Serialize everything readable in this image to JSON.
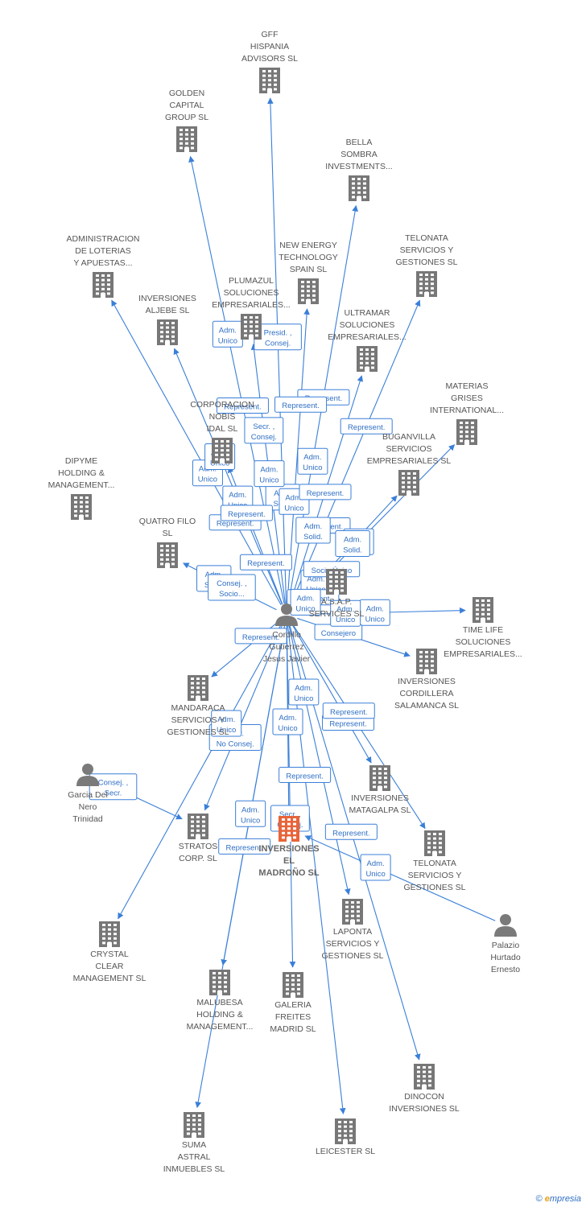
{
  "nodes": [
    {
      "id": "gff",
      "type": "company",
      "lines": [
        "GFF",
        "HISPANIA",
        "ADVISORS SL"
      ]
    },
    {
      "id": "golden",
      "type": "company",
      "lines": [
        "GOLDEN",
        "CAPITAL",
        "GROUP SL"
      ]
    },
    {
      "id": "bella",
      "type": "company",
      "lines": [
        "BELLA",
        "SOMBRA",
        "INVESTMENTS..."
      ]
    },
    {
      "id": "admin_loterias",
      "type": "company",
      "lines": [
        "ADMINISTRACION",
        "DE LOTERIAS",
        "Y APUESTAS..."
      ]
    },
    {
      "id": "newenergy",
      "type": "company",
      "lines": [
        "NEW ENERGY",
        "TECHNOLOGY",
        "SPAIN SL"
      ]
    },
    {
      "id": "telonata1",
      "type": "company",
      "lines": [
        "TELONATA",
        "SERVICIOS Y",
        "GESTIONES SL"
      ]
    },
    {
      "id": "plumazul",
      "type": "company",
      "lines": [
        "PLUMAZUL",
        "SOLUCIONES",
        "EMPRESARIALES..."
      ]
    },
    {
      "id": "aljebe",
      "type": "company",
      "lines": [
        "INVERSIONES",
        "ALJEBE SL"
      ]
    },
    {
      "id": "ultramar",
      "type": "company",
      "lines": [
        "ULTRAMAR",
        "SOLUCIONES",
        "EMPRESARIALES..."
      ]
    },
    {
      "id": "materias",
      "type": "company",
      "lines": [
        "MATERIAS",
        "GRISES",
        "INTERNATIONAL..."
      ]
    },
    {
      "id": "corporacion",
      "type": "company",
      "lines": [
        "CORPORACION",
        "NOBIS",
        "IDAL SL"
      ]
    },
    {
      "id": "buganvilla",
      "type": "company",
      "lines": [
        "BUGANVILLA",
        "SERVICIOS",
        "EMPRESARIALES SL"
      ]
    },
    {
      "id": "dipyme",
      "type": "company",
      "lines": [
        "DIPYME",
        "HOLDING &",
        "MANAGEMENT..."
      ]
    },
    {
      "id": "quatro",
      "type": "company",
      "lines": [
        "QUATRO FILO",
        "SL"
      ]
    },
    {
      "id": "asap",
      "type": "company",
      "lines": [
        "A.S.A.P.",
        "SERVICES SL"
      ]
    },
    {
      "id": "timelife",
      "type": "company",
      "lines": [
        "TIME LIFE",
        "SOLUCIONES",
        "EMPRESARIALES..."
      ]
    },
    {
      "id": "cordillera",
      "type": "company",
      "lines": [
        "INVERSIONES",
        "CORDILLERA",
        "SALAMANCA SL"
      ]
    },
    {
      "id": "mandaraca",
      "type": "company",
      "lines": [
        "MANDARACA",
        "SERVICIOS Y",
        "GESTIONES SL"
      ]
    },
    {
      "id": "matagalpa",
      "type": "company",
      "lines": [
        "INVERSIONES",
        "MATAGALPA SL"
      ]
    },
    {
      "id": "stratos",
      "type": "company",
      "lines": [
        "STRATOS",
        "CORP.  SL"
      ]
    },
    {
      "id": "madrono",
      "type": "main",
      "lines": [
        "INVERSIONES",
        "EL",
        "MADROÑO SL"
      ]
    },
    {
      "id": "telonata2",
      "type": "company",
      "lines": [
        "TELONATA",
        "SERVICIOS Y",
        "GESTIONES SL"
      ]
    },
    {
      "id": "crystal",
      "type": "company",
      "lines": [
        "CRYSTAL",
        "CLEAR",
        "MANAGEMENT SL"
      ]
    },
    {
      "id": "laponta",
      "type": "company",
      "lines": [
        "LAPONTA",
        "SERVICIOS Y",
        "GESTIONES SL"
      ]
    },
    {
      "id": "malubesa",
      "type": "company",
      "lines": [
        "MALUBESA",
        "HOLDING &",
        "MANAGEMENT..."
      ]
    },
    {
      "id": "galeria",
      "type": "company",
      "lines": [
        "GALERIA",
        "FREITES",
        "MADRID  SL"
      ]
    },
    {
      "id": "dinocon",
      "type": "company",
      "lines": [
        "DINOCON",
        "INVERSIONES SL"
      ]
    },
    {
      "id": "suma",
      "type": "company",
      "lines": [
        "SUMA",
        "ASTRAL",
        "INMUEBLES SL"
      ]
    },
    {
      "id": "leicester",
      "type": "company",
      "lines": [
        "LEICESTER SL"
      ]
    },
    {
      "id": "cordillo",
      "type": "person",
      "lines": [
        "Cordillo",
        "Gutierrez",
        "Jesus Javier"
      ]
    },
    {
      "id": "garcia",
      "type": "person",
      "lines": [
        "Garcia Del",
        "Nero",
        "Trinidad"
      ]
    },
    {
      "id": "palazio",
      "type": "person",
      "lines": [
        "Palazio",
        "Hurtado",
        "Ernesto"
      ]
    }
  ],
  "edges": [
    [
      "cordillo",
      "gff"
    ],
    [
      "cordillo",
      "golden"
    ],
    [
      "cordillo",
      "bella"
    ],
    [
      "cordillo",
      "admin_loterias"
    ],
    [
      "cordillo",
      "newenergy"
    ],
    [
      "cordillo",
      "telonata1"
    ],
    [
      "cordillo",
      "plumazul"
    ],
    [
      "cordillo",
      "aljebe"
    ],
    [
      "cordillo",
      "ultramar"
    ],
    [
      "cordillo",
      "materias"
    ],
    [
      "cordillo",
      "corporacion"
    ],
    [
      "cordillo",
      "buganvilla"
    ],
    [
      "cordillo",
      "quatro"
    ],
    [
      "cordillo",
      "asap"
    ],
    [
      "cordillo",
      "timelife"
    ],
    [
      "cordillo",
      "cordillera"
    ],
    [
      "cordillo",
      "mandaraca"
    ],
    [
      "cordillo",
      "matagalpa"
    ],
    [
      "cordillo",
      "stratos"
    ],
    [
      "cordillo",
      "madrono"
    ],
    [
      "cordillo",
      "telonata2"
    ],
    [
      "cordillo",
      "crystal"
    ],
    [
      "cordillo",
      "laponta"
    ],
    [
      "cordillo",
      "malubesa"
    ],
    [
      "cordillo",
      "galeria"
    ],
    [
      "cordillo",
      "dinocon"
    ],
    [
      "cordillo",
      "suma"
    ],
    [
      "cordillo",
      "leicester"
    ],
    [
      "garcia",
      "stratos"
    ],
    [
      "palazio",
      "madrono"
    ]
  ],
  "roles": [
    "Adm. Solid.",
    "Adm. Unico",
    "Represent.",
    "Adm. Unico",
    "Adm. Unico",
    "Represent.",
    "Secr. , Consej.",
    "Adm. Unico",
    "Represent.",
    "Adm. Unico",
    "Represent.",
    "Adm. Unico",
    "Adm. Solid.",
    "Represent.",
    "Adm. Unico",
    "Consejero",
    "Represent.",
    "Represent.",
    "Secr.  No Consej.",
    "Adm. Unico",
    "Represent.",
    "Adm. Unico",
    "Adm. Unico",
    "Represent.",
    "Secr. , Consej.",
    "Represent.",
    "Adm. Unico",
    "Represent.",
    "Consej. , Secr.",
    "Adm. Unico",
    "Presid. , Consej.",
    "Represent.",
    "Adm. Unico",
    "Represent.",
    "Represent.",
    "Represent.",
    "Adm. Unico",
    "Adm. Unico",
    "Adm. Solid.",
    "Socio Único",
    "Represent.",
    "Adm. Solid.",
    "Consej. , Socio...",
    "Adm. Unico",
    "Adm. Unico"
  ],
  "brand": {
    "copyright": "©",
    "name_first": "e",
    "name_rest": "mpresia"
  },
  "colors": {
    "edge": "#3a7fd8",
    "building": "#777777",
    "main": "#e8643a",
    "person": "#7a7a7a"
  }
}
